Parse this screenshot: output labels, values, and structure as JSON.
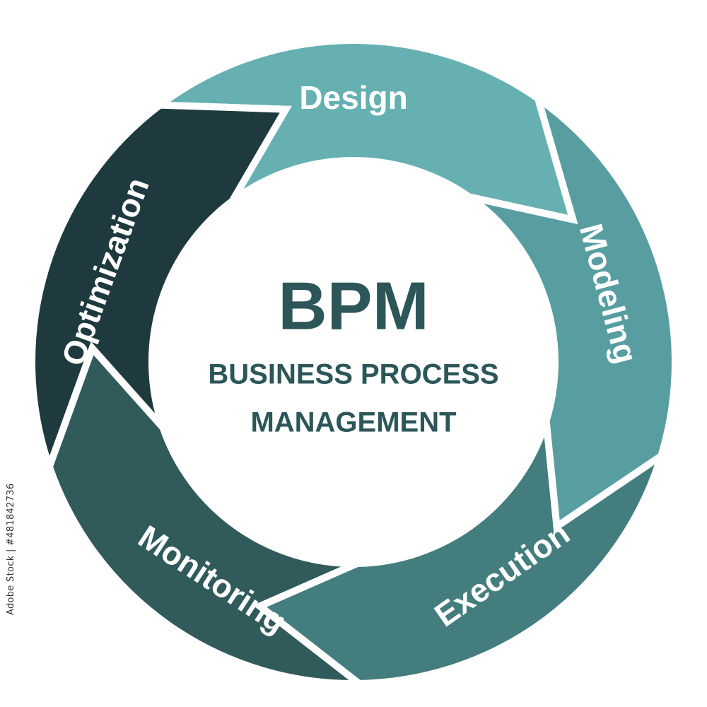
{
  "diagram": {
    "center": {
      "title": "BPM",
      "subtitle_line1": "BUSINESS PROCESS",
      "subtitle_line2": "MANAGEMENT"
    },
    "stages": [
      {
        "label": "Design",
        "color": "#66b0b2"
      },
      {
        "label": "Modeling",
        "color": "#589ea1"
      },
      {
        "label": "Execution",
        "color": "#447d7e"
      },
      {
        "label": "Monitoring",
        "color": "#315a5b"
      },
      {
        "label": "Optimization",
        "color": "#1f3a3e"
      }
    ],
    "text_color": "#2c5658",
    "credit": "Adobe Stock | #481842736"
  }
}
